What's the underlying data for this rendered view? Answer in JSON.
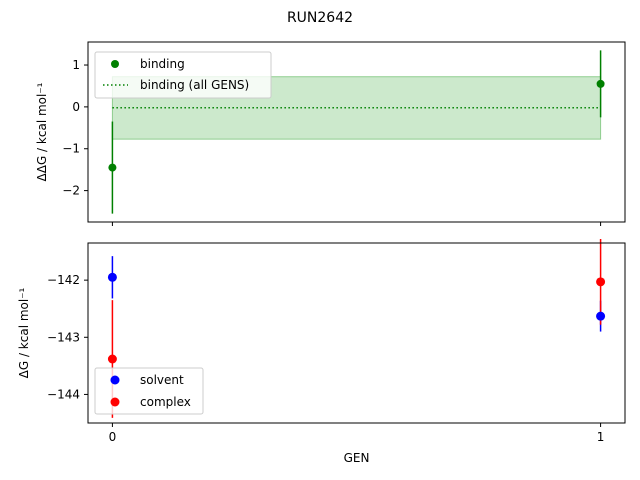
{
  "figure": {
    "suptitle": "RUN2642"
  },
  "colors": {
    "binding": "#008000",
    "solvent": "#0000ff",
    "complex": "#ff0000",
    "band": "#8fce8f"
  },
  "chart_data": [
    {
      "type": "scatter",
      "panel": "top",
      "ylabel": "ΔΔG / kcal mol⁻¹",
      "x": [
        0,
        1
      ],
      "xlim": [
        -0.05,
        1.05
      ],
      "ylim": [
        -2.75,
        1.55
      ],
      "yticks": [
        1,
        0,
        -1,
        -2
      ],
      "ytick_labels": [
        "1",
        "0",
        "−1",
        "−2"
      ],
      "series": [
        {
          "name": "binding",
          "style": "points-errorbars",
          "y": [
            -1.45,
            0.55
          ],
          "yerr": [
            1.1,
            0.8
          ]
        },
        {
          "name": "binding (all GENS)",
          "style": "dotted-line-band",
          "y": -0.02,
          "band": [
            -0.77,
            0.72
          ]
        }
      ],
      "legend": "top-left"
    },
    {
      "type": "scatter",
      "panel": "bottom",
      "ylabel": "ΔG / kcal mol⁻¹",
      "xlabel": "GEN",
      "x": [
        0,
        1
      ],
      "xlim": [
        -0.05,
        1.05
      ],
      "ylim": [
        -144.5,
        -141.35
      ],
      "yticks": [
        -142,
        -143,
        -144
      ],
      "ytick_labels": [
        "−142",
        "−143",
        "−144"
      ],
      "xticks": [
        0,
        1
      ],
      "xtick_labels": [
        "0",
        "1"
      ],
      "series": [
        {
          "name": "solvent",
          "y": [
            -141.95,
            -142.63
          ],
          "yerr": [
            0.37,
            0.27
          ]
        },
        {
          "name": "complex",
          "y": [
            -143.38,
            -142.03
          ],
          "yerr": [
            1.03,
            0.75
          ]
        }
      ],
      "legend": "bottom-left"
    }
  ]
}
